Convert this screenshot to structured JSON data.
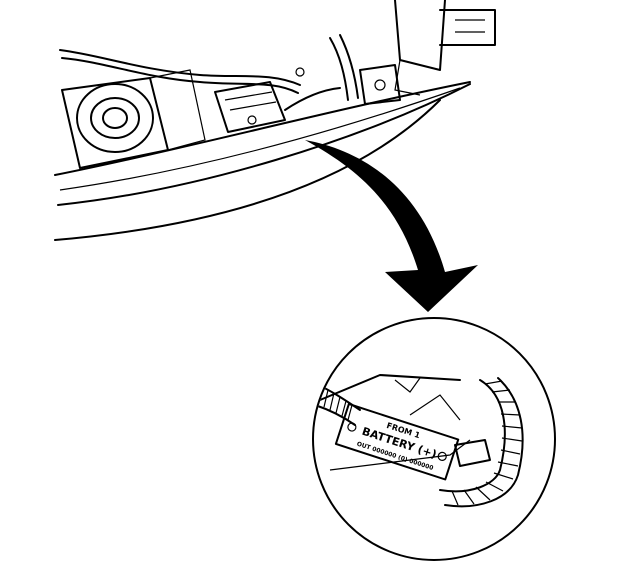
{
  "tag": {
    "line_top": "",
    "line_1": "FROM 1",
    "line_2": "BATTERY (+)",
    "line_3": "OUT 000000 (0) 000000"
  },
  "colors": {
    "ink": "#000000",
    "paper": "#ffffff"
  }
}
